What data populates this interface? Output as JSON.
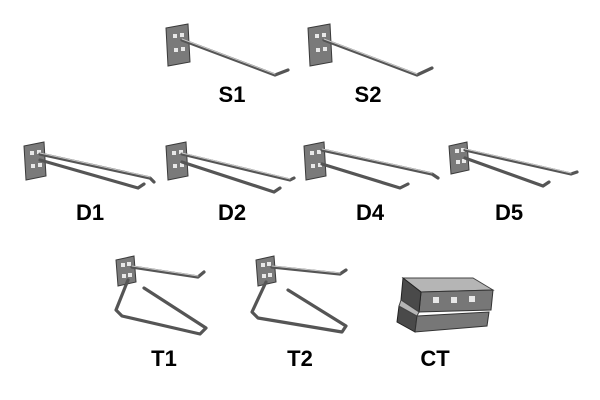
{
  "colors": {
    "background": "#ffffff",
    "label": "#000000",
    "metal_dark": "#555555",
    "metal_plate": "#7a7a7a"
  },
  "products": [
    {
      "code": "S1",
      "icon": "single-hook-icon"
    },
    {
      "code": "S2",
      "icon": "single-hook-icon"
    },
    {
      "code": "D1",
      "icon": "double-hook-icon"
    },
    {
      "code": "D2",
      "icon": "double-hook-icon"
    },
    {
      "code": "D4",
      "icon": "double-hook-icon"
    },
    {
      "code": "D5",
      "icon": "double-hook-icon"
    },
    {
      "code": "T1",
      "icon": "tray-hook-icon"
    },
    {
      "code": "T2",
      "icon": "tray-hook-icon"
    },
    {
      "code": "CT",
      "icon": "clamp-icon"
    }
  ]
}
